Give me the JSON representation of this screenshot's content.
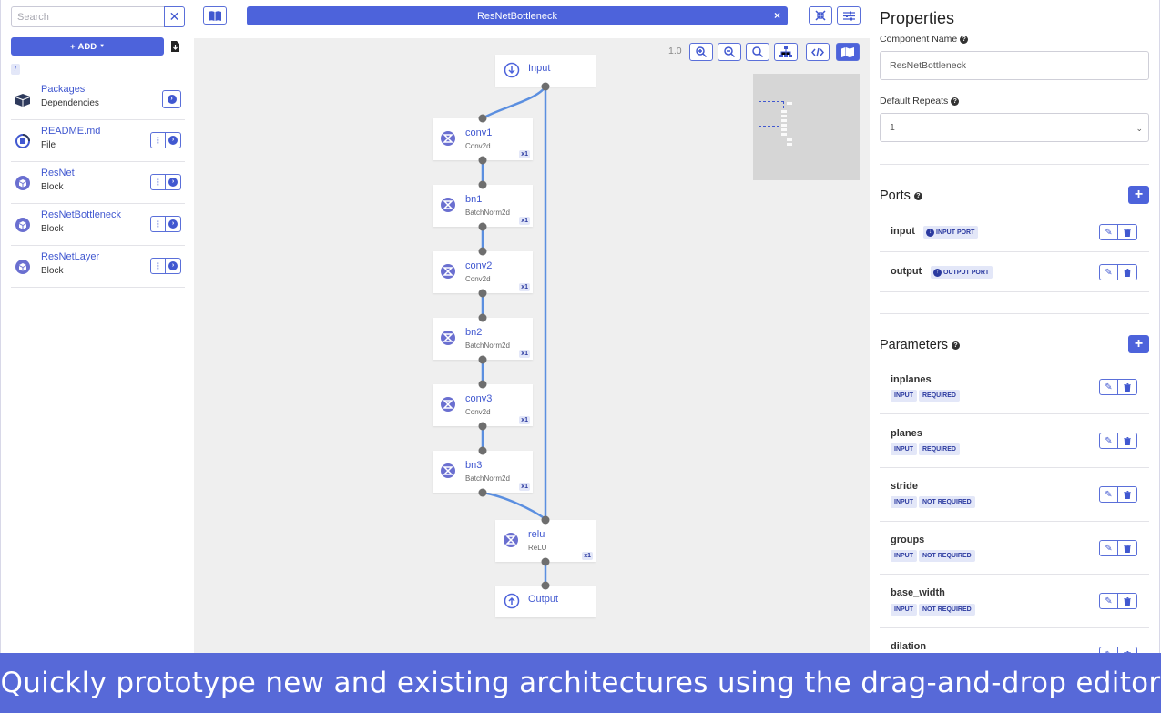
{
  "sidebar": {
    "search_placeholder": "Search",
    "add_label": "ADD",
    "path": "/",
    "items": [
      {
        "name": "Packages",
        "type": "Dependencies"
      },
      {
        "name": "README.md",
        "type": "File"
      },
      {
        "name": "ResNet",
        "type": "Block"
      },
      {
        "name": "ResNetBottleneck",
        "type": "Block"
      },
      {
        "name": "ResNetLayer",
        "type": "Block"
      }
    ]
  },
  "topbar": {
    "active_tab": "ResNetBottleneck",
    "tab_close": "×"
  },
  "canvas": {
    "zoom": "1.0",
    "nodes": [
      {
        "name": "Input",
        "kind": "input"
      },
      {
        "name": "conv1",
        "type": "Conv2d",
        "repeat": "x1"
      },
      {
        "name": "bn1",
        "type": "BatchNorm2d",
        "repeat": "x1"
      },
      {
        "name": "conv2",
        "type": "Conv2d",
        "repeat": "x1"
      },
      {
        "name": "bn2",
        "type": "BatchNorm2d",
        "repeat": "x1"
      },
      {
        "name": "conv3",
        "type": "Conv2d",
        "repeat": "x1"
      },
      {
        "name": "bn3",
        "type": "BatchNorm2d",
        "repeat": "x1"
      },
      {
        "name": "relu",
        "type": "ReLU",
        "repeat": "x1"
      },
      {
        "name": "Output",
        "kind": "output"
      }
    ]
  },
  "properties": {
    "title": "Properties",
    "component_name_label": "Component Name",
    "component_name_value": "ResNetBottleneck",
    "default_repeats_label": "Default Repeats",
    "default_repeats_value": "1",
    "ports_title": "Ports",
    "ports": [
      {
        "name": "input",
        "badge": "INPUT PORT"
      },
      {
        "name": "output",
        "badge": "OUTPUT PORT"
      }
    ],
    "parameters_title": "Parameters",
    "parameters": [
      {
        "name": "inplanes",
        "badges": [
          "INPUT",
          "REQUIRED"
        ]
      },
      {
        "name": "planes",
        "badges": [
          "INPUT",
          "REQUIRED"
        ]
      },
      {
        "name": "stride",
        "badges": [
          "INPUT",
          "NOT REQUIRED"
        ]
      },
      {
        "name": "groups",
        "badges": [
          "INPUT",
          "NOT REQUIRED"
        ]
      },
      {
        "name": "base_width",
        "badges": [
          "INPUT",
          "NOT REQUIRED"
        ]
      },
      {
        "name": "dilation",
        "badges": []
      }
    ]
  },
  "banner": "Quickly prototype new and existing architectures using the drag-and-drop editor",
  "colors": {
    "accent": "#4d63db",
    "banner": "#5769d8",
    "canvas": "#efefef",
    "edge": "#5b8fe0",
    "port": "#6e6e6e"
  }
}
